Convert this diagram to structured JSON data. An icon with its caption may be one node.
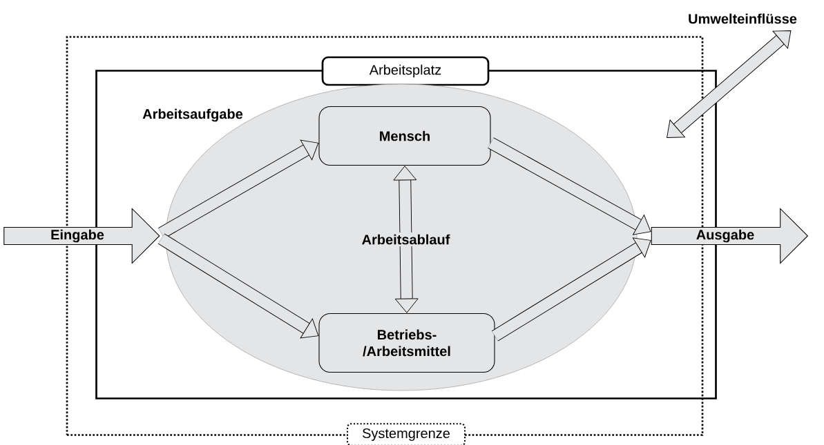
{
  "diagram": {
    "nodes": [
      {
        "text": [
          "Systemgrenze"
        ]
      },
      {
        "text": [
          "Arbeitsplatz"
        ],
        "in": 0
      },
      {
        "text": [
          "Arbeitsaufgabe"
        ],
        "in": 1
      },
      {
        "text": [
          "Mensch"
        ],
        "in": 2
      },
      {
        "text": [
          "Betriebs- /Arbeitsmittel"
        ],
        "in": 2
      },
      {
        "text": [
          "Eingabe"
        ]
      },
      {
        "text": [
          "Ausgabe"
        ]
      },
      {
        "text": [
          "Umwelteinflüsse"
        ]
      }
    ],
    "edges": [
      {
        "from": 5,
        "to": 3,
        "arrow": "to"
      },
      {
        "from": 5,
        "to": 4,
        "arrow": "to"
      },
      {
        "from": 3,
        "to": 4,
        "arrow": "both",
        "label": "Arbeitsablauf"
      },
      {
        "from": 3,
        "to": 6,
        "arrow": "to"
      },
      {
        "from": 4,
        "to": 6,
        "arrow": "to"
      },
      {
        "from": 7,
        "to": null,
        "arrow": "both"
      }
    ]
  }
}
